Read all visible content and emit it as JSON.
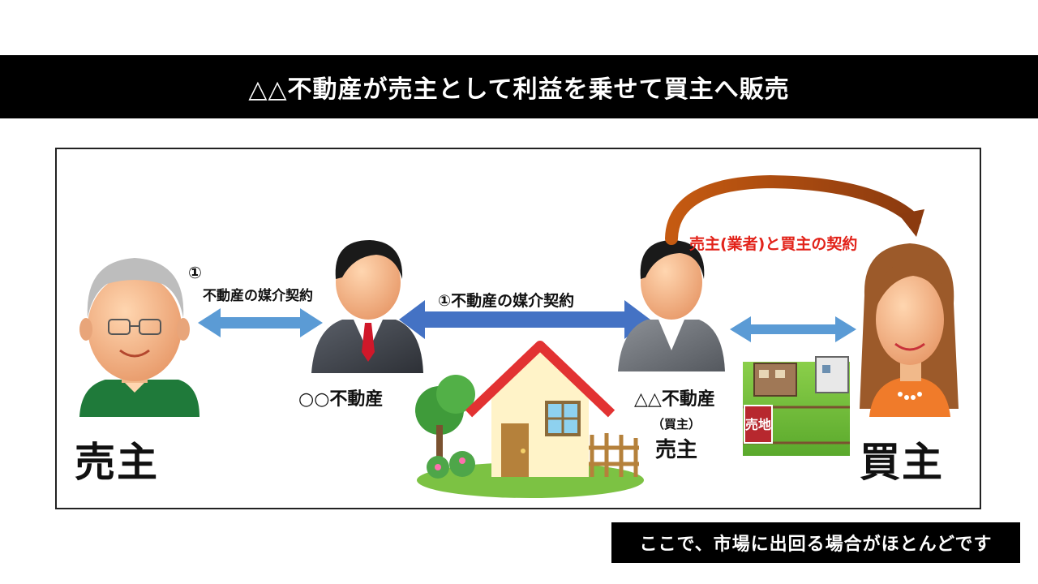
{
  "title": "△△不動産が売主として利益を乗せて買主へ販売",
  "diagram": {
    "seller_label": "売主",
    "buyer_label": "買主",
    "agent_left_label": "○○不動産",
    "agent_right_label": "△△不動産",
    "agent_right_sub_paren": "（買主）",
    "agent_right_sub": "売主",
    "contract_left_num": "①",
    "contract_left_text": "不動産の媒介契約",
    "contract_center": "①不動産の媒介契約",
    "contract_top": "売主(業者)と買主の契約",
    "sign_text": "売地"
  },
  "note": "ここで、市場に出回る場合がほとんどです",
  "colors": {
    "banner_bg": "#000000",
    "accent_red": "#e2231a",
    "arrow_light_blue": "#5b9bd5",
    "arrow_blue": "#4472c4",
    "curve_arrow": "#c55a11"
  }
}
